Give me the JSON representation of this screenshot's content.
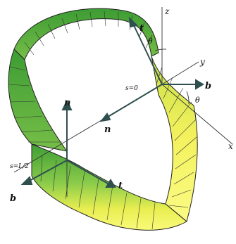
{
  "labels": {
    "axis_z": "z",
    "axis_y": "y",
    "axis_x": "x",
    "t_top": "t",
    "theta_top": "θ",
    "theta_right": "θ",
    "s_zero": "s=0",
    "b_right": "b",
    "n_center": "n",
    "n_left": "n",
    "s_half": "s=L/2",
    "b_left": "b",
    "t_bottom": "t"
  },
  "colors": {
    "strip_green": "#4faf3a",
    "strip_yellow": "#f2f04a",
    "strip_inner_green": "#6cc44a",
    "vector": "#2f4f4f",
    "axis": "#333333"
  }
}
